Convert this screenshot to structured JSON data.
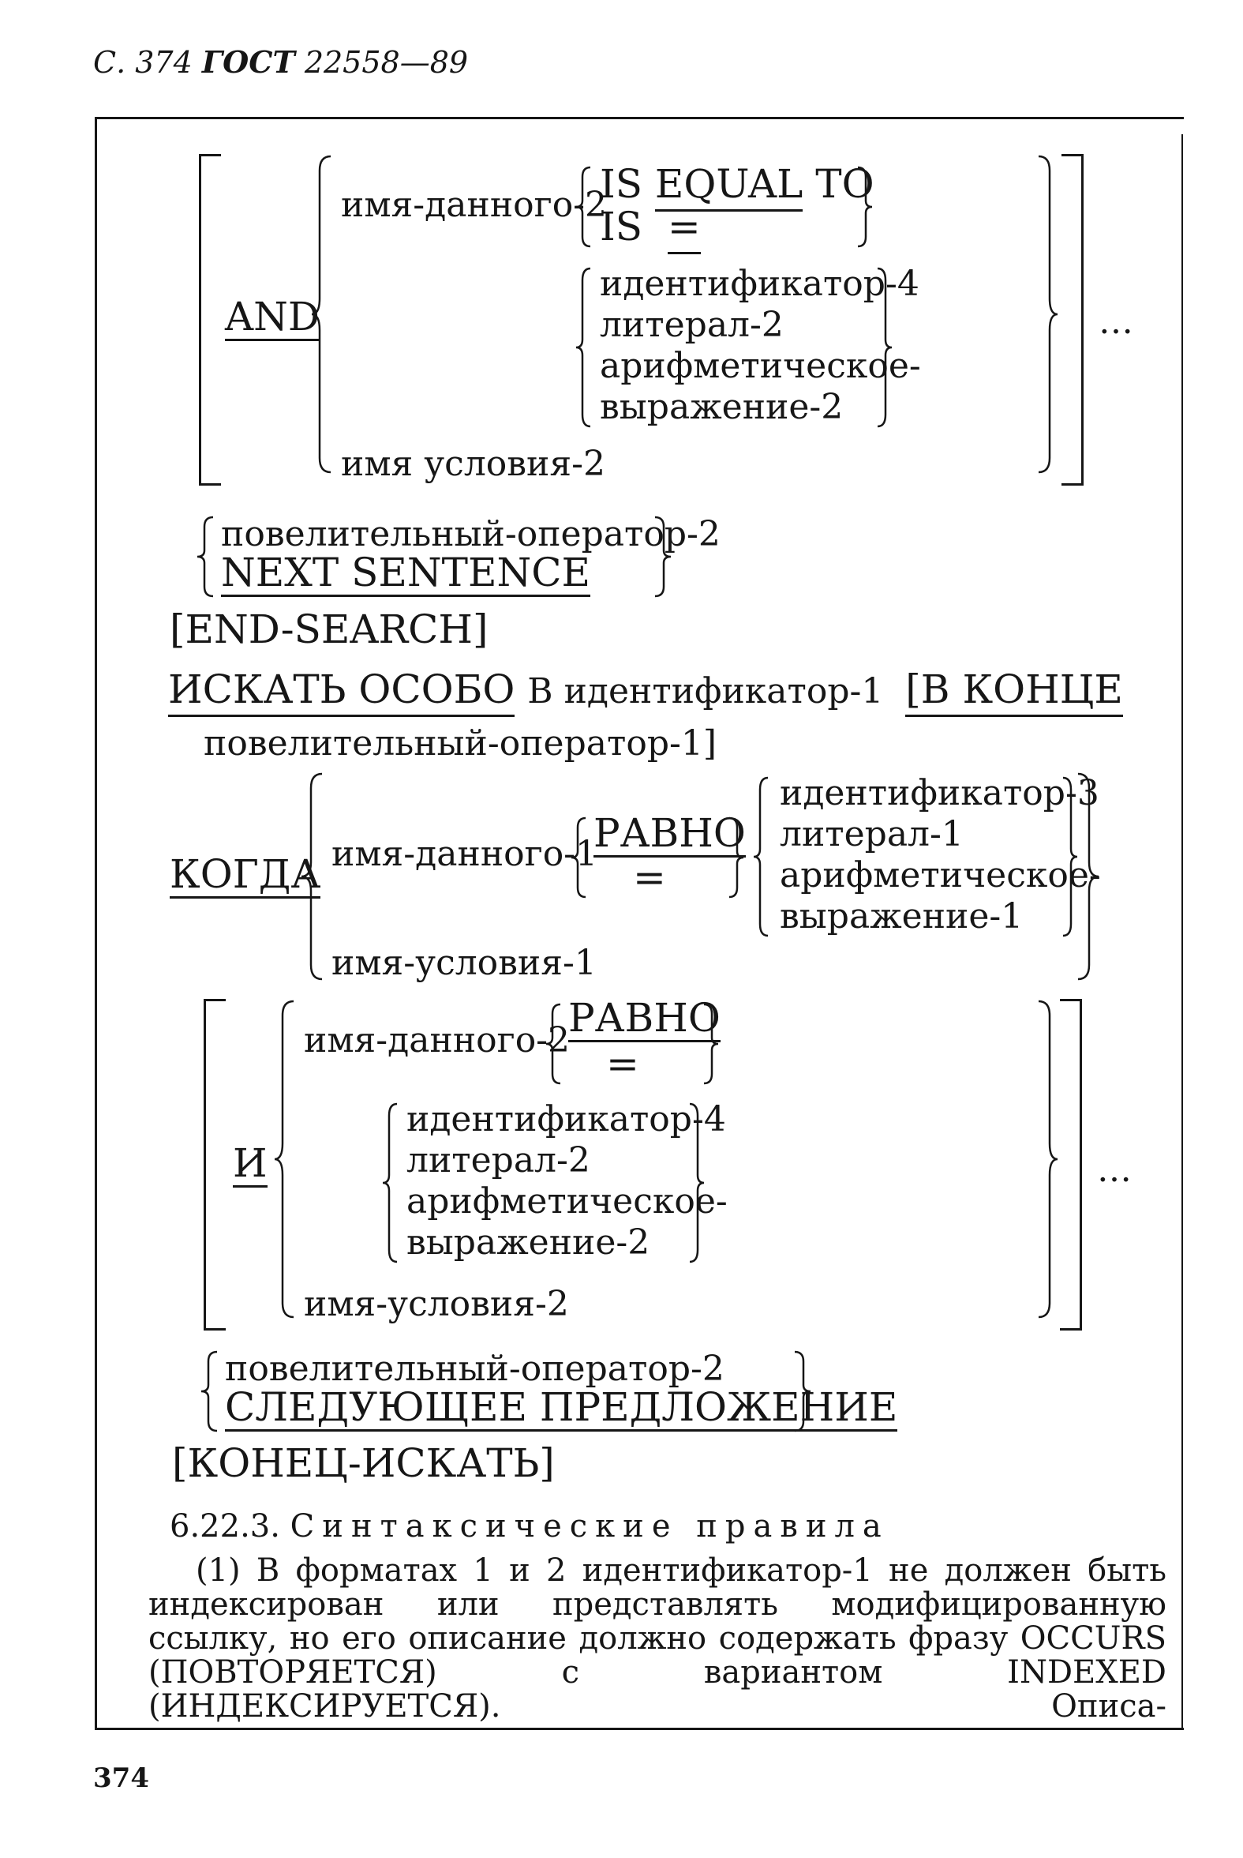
{
  "header": {
    "page_prefix": "С. 374",
    "standard": "ГОСТ",
    "number": "22558—89"
  },
  "english_block": {
    "and_kw": "AND",
    "data_name_2": "имя-данного-2",
    "is_equal_to": "IS",
    "equal_kw": "EQUAL",
    "to_kw": "TO",
    "is_eq": "IS",
    "eq_sign": "=",
    "identifier_4": "идентификатор-4",
    "literal_2": "литерал-2",
    "arith_1": "арифметическое-",
    "arith_2": "выражение-2",
    "condition_name_2": "имя условия-2",
    "ellipsis": "…",
    "imperative_2": "повелительный-оператор-2",
    "next_sentence": "NEXT SENTENCE",
    "end_search": "[END-SEARCH]"
  },
  "russian_format": {
    "search_all": "ИСКАТЬ ОСОБО",
    "in_word": "В идентификатор-1",
    "at_end": "[В КОНЦЕ",
    "imperative_1": "повелительный-оператор-1]",
    "when_kw": "КОГДА",
    "data_name_1": "имя-данного-1",
    "equals_kw": "РАВНО",
    "eq_sign": "=",
    "identifier_3": "идентификатор-3",
    "literal_1": "литерал-1",
    "arith_1": "арифметическое-",
    "arith_expr_1": "выражение-1",
    "condition_name_1": "имя-условия-1"
  },
  "russian_and_block": {
    "and_kw": "И",
    "data_name_2": "имя-данного-2",
    "equals_kw": "РАВНО",
    "eq_sign": "=",
    "identifier_4": "идентификатор-4",
    "literal_2": "литерал-2",
    "arith_1": "арифметическое-",
    "arith_2": "выражение-2",
    "condition_name_2": "имя-условия-2",
    "ellipsis": "…",
    "imperative_2": "повелительный-оператор-2",
    "next_sentence": "СЛЕДУЮЩЕЕ ПРЕДЛОЖЕНИЕ",
    "end_search": "[КОНЕЦ-ИСКАТЬ]"
  },
  "section": {
    "number": "6.22.3.",
    "title": "Синтаксические правила",
    "rule_1": "(1) В форматах 1 и 2 идентификатор-1 не должен быть индексирован или представлять модифицированную ссылку, но его описание должно содержать фразу OCCURS (ПОВТОРЯЕТСЯ) с вариантом INDEXED (ИНДЕКСИРУЕТСЯ). Описа-"
  },
  "footer": {
    "page_number": "374"
  }
}
